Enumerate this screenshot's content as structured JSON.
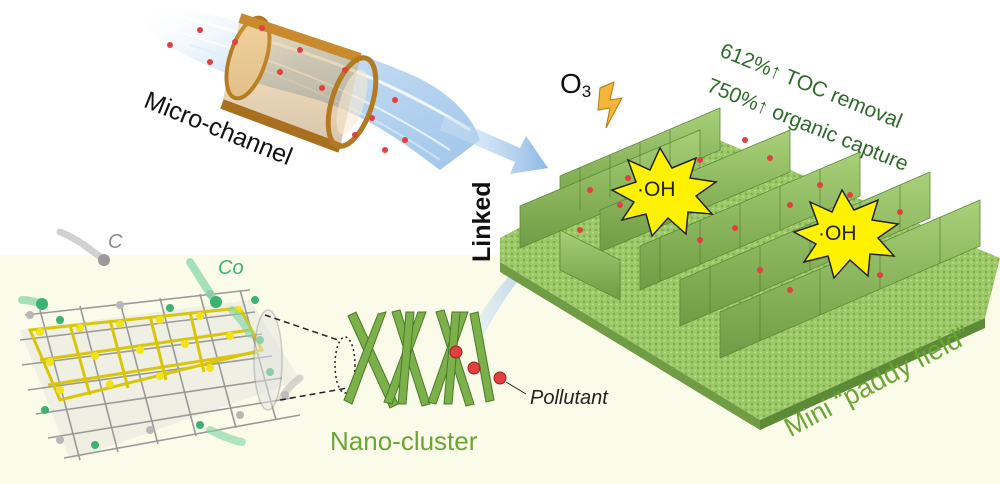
{
  "labels": {
    "micro_channel": "Micro-channel",
    "o3_base": "O",
    "o3_sub": "3",
    "linked": "Linked",
    "toc_removal": "612%↑ TOC removal",
    "organic_capture": "750%↑ organic capture",
    "hydroxyl_1": "·OH",
    "hydroxyl_2": "·OH",
    "paddy_field": "Mini “paddy field”",
    "carbon": "C",
    "cobalt": "Co",
    "pollutant": "Pollutant",
    "nano_cluster": "Nano-cluster"
  },
  "colors": {
    "bottom_band": "#fbfbe9",
    "paddy_green": "#8fbf5a",
    "label_green": "#6aa536",
    "dark_green": "#2e6b2a",
    "tube_gold": "#c88a2c",
    "burst_yellow": "#fff200",
    "pollutant_red": "#e04040",
    "flow_blue": "#9ec6ea",
    "cobalt_green": "#3cb371",
    "cnt_yellow": "#f2e21c"
  }
}
